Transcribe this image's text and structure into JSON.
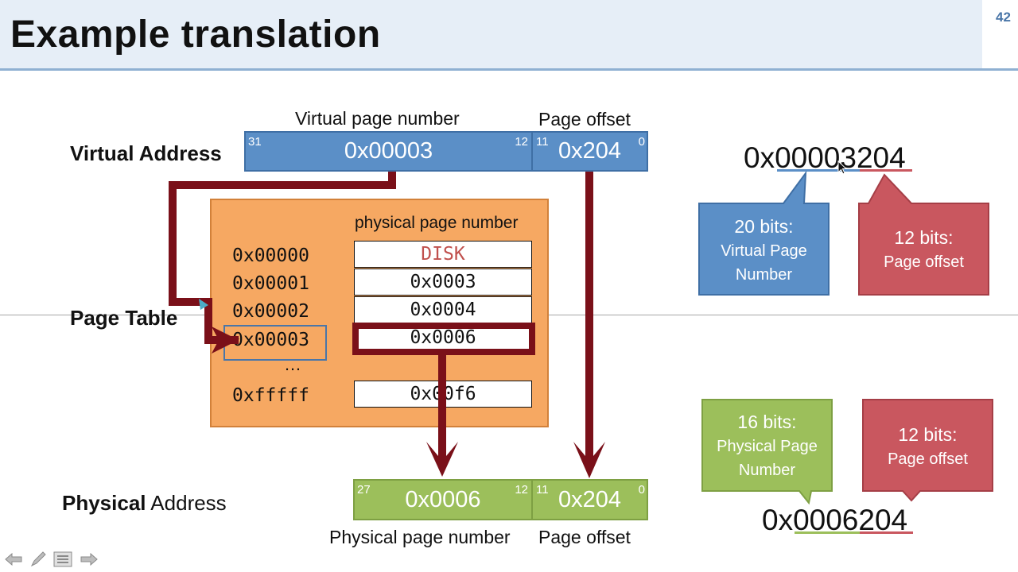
{
  "slide": {
    "title": "Example translation",
    "number": "42"
  },
  "virtual": {
    "label": "Virtual Address",
    "vpn_caption": "Virtual page number",
    "offset_caption": "Page offset",
    "vpn_value": "0x00003",
    "offset_value": "0x204",
    "bit_hi": "31",
    "bit_vpn_lo": "12",
    "bit_off_hi": "11",
    "bit_off_lo": "0"
  },
  "page_table": {
    "label": "Page Table",
    "column_header": "physical page number",
    "rows": [
      {
        "vpn": "0x00000",
        "ppn": "DISK"
      },
      {
        "vpn": "0x00001",
        "ppn": "0x0003"
      },
      {
        "vpn": "0x00002",
        "ppn": "0x0004"
      },
      {
        "vpn": "0x00003",
        "ppn": "0x0006"
      }
    ],
    "ellipsis": "…",
    "last_row": {
      "vpn": "0xfffff",
      "ppn": "0x00f6"
    }
  },
  "physical": {
    "label_bold": "Physical",
    "label_rest": " Address",
    "ppn_caption": "Physical page number",
    "offset_caption": "Page offset",
    "ppn_value": "0x0006",
    "offset_value": "0x204",
    "bit_hi": "27",
    "bit_ppn_lo": "12",
    "bit_off_hi": "11",
    "bit_off_lo": "0"
  },
  "right_top": {
    "address_vpn": "0x00003",
    "address_off": "204",
    "callout_vpn": {
      "line1": "20 bits:",
      "line2": "Virtual Page",
      "line3": "Number"
    },
    "callout_off": {
      "line1": "12 bits:",
      "line2": "Page offset"
    }
  },
  "right_bottom": {
    "address_ppn": "0x0006",
    "address_off": "204",
    "callout_ppn": {
      "line1": "16 bits:",
      "line2": "Physical Page",
      "line3": "Number"
    },
    "callout_off": {
      "line1": "12 bits:",
      "line2": "Page offset"
    }
  },
  "nav": {
    "icons": [
      "prev-arrow-icon",
      "pen-icon",
      "menu-icon",
      "next-arrow-icon"
    ]
  },
  "colors": {
    "blue": "#5b8fc7",
    "red": "#c9575f",
    "green": "#9cbf5b",
    "orange": "#f6a862",
    "arrow": "#7a1019",
    "disk": "#c0504d"
  }
}
